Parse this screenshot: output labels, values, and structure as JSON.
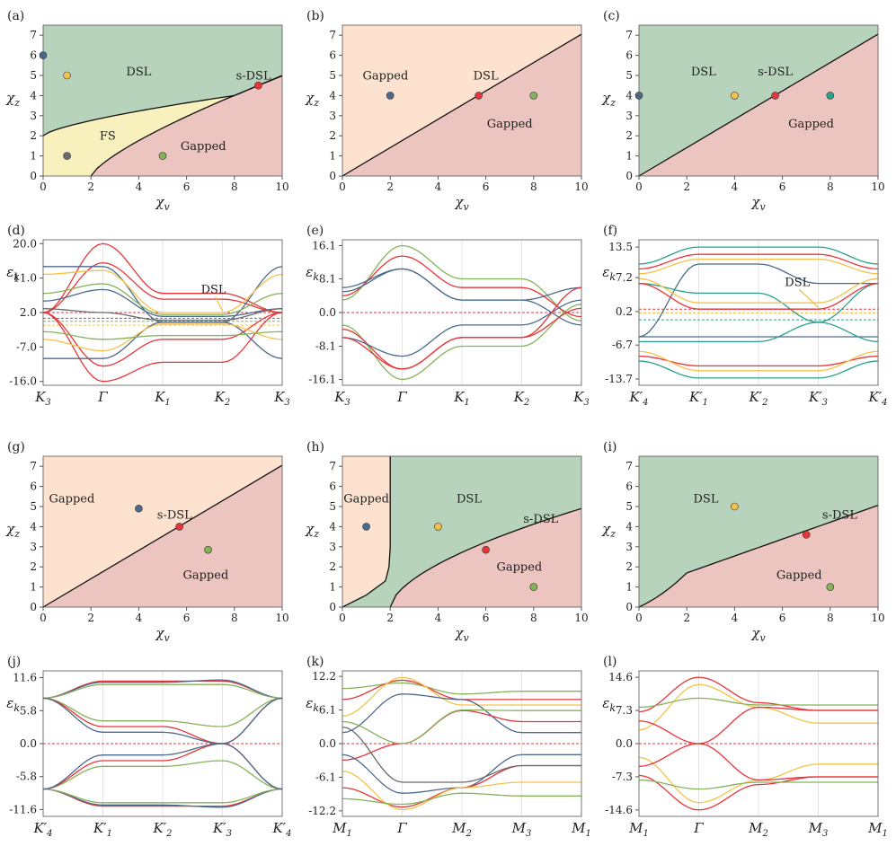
{
  "figure": {
    "phase_axis": {
      "xlabel": "χv",
      "ylabel": "χz",
      "xlim": [
        0,
        10
      ],
      "ylim": [
        0,
        7.5
      ],
      "xticks": [
        0,
        2,
        4,
        6,
        8,
        10
      ],
      "yticks": [
        0,
        1,
        2,
        3,
        4,
        5,
        6,
        7
      ]
    },
    "band_ylabel": "εk",
    "colors": {
      "green": "#b7d3bc",
      "pink": "#ecc4c0",
      "peach": "#fde3cf",
      "yellow": "#f9f1bd",
      "blue": "#4c6a8d",
      "red": "#e8353a",
      "olive": "#86b35a",
      "orange": "#f4c24a",
      "teal": "#2aa18a",
      "gray": "#6b6b6b"
    }
  },
  "chart_data": [
    {
      "label": "(a)",
      "type": "area",
      "xticks": [
        "0",
        "2",
        "4",
        "6",
        "8",
        "10"
      ],
      "xlim": [
        0,
        10
      ],
      "ylim": [
        0,
        7.5
      ],
      "regions": [
        {
          "name": "DSL",
          "x": 4,
          "y": 5
        },
        {
          "name": "FS",
          "x": 2.7,
          "y": 1.8
        },
        {
          "name": "Gapped",
          "x": 6.7,
          "y": 1.3
        },
        {
          "name": "s-DSL",
          "x": 8.8,
          "y": 4.8
        }
      ],
      "points": [
        {
          "x": 0,
          "y": 6,
          "color": "blue"
        },
        {
          "x": 1,
          "y": 5,
          "color": "orange"
        },
        {
          "x": 1,
          "y": 1,
          "color": "gray"
        },
        {
          "x": 5,
          "y": 1,
          "color": "olive"
        },
        {
          "x": 9,
          "y": 4.5,
          "color": "red"
        }
      ]
    },
    {
      "label": "(b)",
      "type": "area",
      "xticks": [
        "0",
        "2",
        "4",
        "6",
        "8",
        "10"
      ],
      "xlim": [
        0,
        10
      ],
      "ylim": [
        0,
        7.5
      ],
      "regions": [
        {
          "name": "Gapped",
          "x": 1.8,
          "y": 4.8
        },
        {
          "name": "DSL",
          "x": 6,
          "y": 4.8
        },
        {
          "name": "Gapped",
          "x": 7,
          "y": 2.4
        }
      ],
      "points": [
        {
          "x": 2,
          "y": 4,
          "color": "blue"
        },
        {
          "x": 5.7,
          "y": 4,
          "color": "red"
        },
        {
          "x": 8,
          "y": 4,
          "color": "olive"
        }
      ]
    },
    {
      "label": "(c)",
      "type": "area",
      "xticks": [
        "0",
        "2",
        "4",
        "6",
        "8",
        "10"
      ],
      "xlim": [
        0,
        10
      ],
      "ylim": [
        0,
        7.5
      ],
      "regions": [
        {
          "name": "DSL",
          "x": 2.7,
          "y": 5
        },
        {
          "name": "s-DSL",
          "x": 5.7,
          "y": 5
        },
        {
          "name": "Gapped",
          "x": 7.2,
          "y": 2.4
        }
      ],
      "points": [
        {
          "x": 0,
          "y": 4,
          "color": "blue"
        },
        {
          "x": 4,
          "y": 4,
          "color": "orange"
        },
        {
          "x": 5.7,
          "y": 4,
          "color": "red"
        },
        {
          "x": 8,
          "y": 4,
          "color": "teal"
        }
      ]
    },
    {
      "label": "(d)",
      "type": "line",
      "yticks": [
        "20.0",
        "11.0",
        "2.0",
        "-7.0",
        "-16.0"
      ],
      "ytickvals": [
        20,
        11,
        2,
        -7,
        -16
      ],
      "ylim": [
        -17,
        21
      ],
      "xticks": [
        "K3",
        "Γ",
        "K1",
        "K2",
        "K3"
      ],
      "annotation": {
        "text": "DSL",
        "x": 2.7,
        "y": 7
      },
      "fermi": [
        {
          "y": 2,
          "color": "red"
        },
        {
          "y": 0.5,
          "color": "gray"
        },
        {
          "y": -0.3,
          "color": "olive"
        },
        {
          "y": -1.3,
          "color": "orange"
        }
      ],
      "bands": [
        {
          "color": "red",
          "v": [
            2,
            20,
            7,
            7,
            2
          ]
        },
        {
          "color": "red",
          "v": [
            2,
            -16,
            -11,
            -11,
            2
          ]
        },
        {
          "color": "red",
          "v": [
            2,
            15,
            5.5,
            5.5,
            2
          ]
        },
        {
          "color": "red",
          "v": [
            2,
            -12,
            -5,
            -5,
            2
          ]
        },
        {
          "color": "blue",
          "v": [
            14,
            14,
            -0.5,
            -0.5,
            14
          ]
        },
        {
          "color": "blue",
          "v": [
            -10,
            -10,
            -0.5,
            -0.5,
            -10
          ]
        },
        {
          "color": "blue",
          "v": [
            5,
            8,
            1,
            1,
            3
          ]
        },
        {
          "color": "orange",
          "v": [
            12,
            13,
            2,
            2,
            12
          ]
        },
        {
          "color": "orange",
          "v": [
            -5,
            -8,
            -1,
            -1,
            -5
          ]
        },
        {
          "color": "olive",
          "v": [
            7,
            9.5,
            1.5,
            1.5,
            7
          ]
        },
        {
          "color": "olive",
          "v": [
            -3,
            -5,
            -4,
            -4,
            -3
          ]
        },
        {
          "color": "gray",
          "v": [
            3,
            2,
            0,
            0,
            3
          ]
        }
      ]
    },
    {
      "label": "(e)",
      "type": "line",
      "yticks": [
        "16.1",
        "8.1",
        "0.0",
        "-8.1",
        "-16.1"
      ],
      "ytickvals": [
        16.1,
        8.1,
        0,
        -8.1,
        -16.1
      ],
      "ylim": [
        -17.5,
        17.5
      ],
      "xticks": [
        "K3",
        "Γ",
        "K1",
        "K2",
        "K3"
      ],
      "annotation": null,
      "fermi": [
        {
          "y": 0,
          "color": "red"
        }
      ],
      "bands": [
        {
          "color": "olive",
          "v": [
            3,
            16.1,
            8.1,
            8.1,
            -2
          ]
        },
        {
          "color": "olive",
          "v": [
            -3,
            -16.1,
            -8.1,
            -8.1,
            2
          ]
        },
        {
          "color": "red",
          "v": [
            4,
            13.6,
            6,
            6,
            -1
          ]
        },
        {
          "color": "red",
          "v": [
            -4,
            -13.6,
            -6,
            -6,
            1
          ]
        },
        {
          "color": "blue",
          "v": [
            6,
            10.5,
            3,
            3,
            -3
          ]
        },
        {
          "color": "blue",
          "v": [
            -6,
            -10.5,
            -3,
            -3,
            3
          ]
        },
        {
          "color": "blue",
          "v": [
            5,
            10.5,
            3,
            3,
            6
          ]
        },
        {
          "color": "red",
          "v": [
            -6,
            -13.6,
            -6,
            -6,
            6
          ]
        }
      ]
    },
    {
      "label": "(f)",
      "type": "line",
      "yticks": [
        "13.5",
        "7.2",
        "0.2",
        "-6.7",
        "-13.7"
      ],
      "ytickvals": [
        13.5,
        7.2,
        0.2,
        -6.7,
        -13.7
      ],
      "ylim": [
        -15,
        15
      ],
      "xticks": [
        "K4′",
        "K1′",
        "K2′",
        "K3′",
        "K4′"
      ],
      "annotation": {
        "text": "DSL",
        "x": 2.5,
        "y": 5.5
      },
      "fermi": [
        {
          "y": 0.7,
          "color": "red"
        },
        {
          "y": -0.1,
          "color": "orange"
        },
        {
          "y": -1.5,
          "color": "teal"
        }
      ],
      "bands": [
        {
          "color": "teal",
          "v": [
            10,
            13.5,
            13.5,
            13.5,
            10
          ]
        },
        {
          "color": "teal",
          "v": [
            -10,
            -13.5,
            -13.5,
            -13.5,
            -10
          ]
        },
        {
          "color": "red",
          "v": [
            9,
            12,
            12,
            12,
            9
          ]
        },
        {
          "color": "red",
          "v": [
            -9,
            -11,
            -11,
            -11,
            -9
          ]
        },
        {
          "color": "orange",
          "v": [
            8,
            11,
            11,
            11,
            8
          ]
        },
        {
          "color": "orange",
          "v": [
            -8,
            -12,
            -12,
            -12,
            -8
          ]
        },
        {
          "color": "blue",
          "v": [
            -5,
            10,
            10,
            6,
            6
          ]
        },
        {
          "color": "blue",
          "v": [
            -5,
            -5,
            -5,
            -5,
            -5
          ]
        },
        {
          "color": "teal",
          "v": [
            6,
            4,
            4,
            -2,
            6
          ]
        },
        {
          "color": "teal",
          "v": [
            -6,
            -6,
            -6,
            -2,
            -6
          ]
        },
        {
          "color": "red",
          "v": [
            6,
            0.7,
            0.7,
            0.7,
            6
          ]
        },
        {
          "color": "orange",
          "v": [
            7,
            2,
            2,
            2,
            7
          ]
        }
      ]
    },
    {
      "label": "(g)",
      "type": "area",
      "xticks": [
        "0",
        "2",
        "4",
        "6",
        "8",
        "10"
      ],
      "xlim": [
        0,
        10
      ],
      "ylim": [
        0,
        7.5
      ],
      "regions": [
        {
          "name": "Gapped",
          "x": 1.2,
          "y": 5.2
        },
        {
          "name": "s-DSL",
          "x": 5.5,
          "y": 4.4
        },
        {
          "name": "Gapped",
          "x": 6.8,
          "y": 1.4
        }
      ],
      "points": [
        {
          "x": 4,
          "y": 4.9,
          "color": "blue"
        },
        {
          "x": 5.7,
          "y": 4,
          "color": "red"
        },
        {
          "x": 6.9,
          "y": 2.85,
          "color": "olive"
        }
      ]
    },
    {
      "label": "(h)",
      "type": "area",
      "xticks": [
        "0",
        "2",
        "4",
        "6",
        "8",
        "10"
      ],
      "xlim": [
        0,
        10
      ],
      "ylim": [
        0,
        7.5
      ],
      "regions": [
        {
          "name": "Gapped",
          "x": 1,
          "y": 5.2
        },
        {
          "name": "DSL",
          "x": 5.3,
          "y": 5.2
        },
        {
          "name": "s-DSL",
          "x": 8.3,
          "y": 4.2
        },
        {
          "name": "Gapped",
          "x": 7.4,
          "y": 1.8
        }
      ],
      "points": [
        {
          "x": 1,
          "y": 4,
          "color": "blue"
        },
        {
          "x": 4,
          "y": 4,
          "color": "orange"
        },
        {
          "x": 6,
          "y": 2.85,
          "color": "red"
        },
        {
          "x": 8,
          "y": 1,
          "color": "olive"
        }
      ]
    },
    {
      "label": "(i)",
      "type": "area",
      "xticks": [
        "0",
        "2",
        "4",
        "6",
        "8",
        "10"
      ],
      "xlim": [
        0,
        10
      ],
      "ylim": [
        0,
        7.5
      ],
      "regions": [
        {
          "name": "DSL",
          "x": 2.8,
          "y": 5.2
        },
        {
          "name": "s-DSL",
          "x": 8.4,
          "y": 4.4
        },
        {
          "name": "Gapped",
          "x": 6.7,
          "y": 1.4
        }
      ],
      "points": [
        {
          "x": 4,
          "y": 5,
          "color": "orange"
        },
        {
          "x": 7,
          "y": 3.6,
          "color": "red"
        },
        {
          "x": 8,
          "y": 1,
          "color": "olive"
        }
      ]
    },
    {
      "label": "(j)",
      "type": "line",
      "yticks": [
        "11.6",
        "5.8",
        "0.0",
        "-5.8",
        "-11.6"
      ],
      "ytickvals": [
        11.6,
        5.8,
        0,
        -5.8,
        -11.6
      ],
      "ylim": [
        -12.8,
        12.8
      ],
      "xticks": [
        "K4′",
        "K1′",
        "K2′",
        "K3′",
        "K4′"
      ],
      "annotation": null,
      "fermi": [
        {
          "y": 0,
          "color": "red"
        }
      ],
      "bands": [
        {
          "color": "red",
          "v": [
            8,
            11,
            11,
            11,
            8
          ]
        },
        {
          "color": "blue",
          "v": [
            8,
            10.8,
            10.8,
            11.2,
            8
          ]
        },
        {
          "color": "olive",
          "v": [
            8,
            10.4,
            10.4,
            10.4,
            8
          ]
        },
        {
          "color": "olive",
          "v": [
            8,
            4,
            4,
            3,
            8
          ]
        },
        {
          "color": "red",
          "v": [
            8,
            3,
            3,
            0,
            8
          ]
        },
        {
          "color": "blue",
          "v": [
            8,
            2,
            2,
            0,
            8
          ]
        },
        {
          "color": "red",
          "v": [
            -8,
            -11,
            -11,
            -11,
            -8
          ]
        },
        {
          "color": "blue",
          "v": [
            -8,
            -10.8,
            -10.8,
            -11.2,
            -8
          ]
        },
        {
          "color": "olive",
          "v": [
            -8,
            -10.4,
            -10.4,
            -10.4,
            -8
          ]
        },
        {
          "color": "olive",
          "v": [
            -8,
            -4,
            -4,
            -3,
            -8
          ]
        },
        {
          "color": "red",
          "v": [
            -8,
            -3,
            -3,
            0,
            -8
          ]
        },
        {
          "color": "blue",
          "v": [
            -8,
            -2,
            -2,
            0,
            -8
          ]
        }
      ]
    },
    {
      "label": "(k)",
      "type": "line",
      "yticks": [
        "12.2",
        "6.1",
        "0.0",
        "-6.1",
        "-12.2"
      ],
      "ytickvals": [
        12.2,
        6.1,
        0,
        -6.1,
        -12.2
      ],
      "ylim": [
        -13.2,
        13.2
      ],
      "xticks": [
        "M1",
        "Γ",
        "M2",
        "M3",
        "M1"
      ],
      "annotation": null,
      "fermi": [
        {
          "y": 0,
          "color": "red"
        }
      ],
      "bands": [
        {
          "color": "olive",
          "v": [
            10,
            11,
            9,
            9.5,
            9.5
          ]
        },
        {
          "color": "red",
          "v": [
            8,
            11.5,
            8,
            8,
            8
          ]
        },
        {
          "color": "orange",
          "v": [
            5,
            12,
            7,
            7,
            7
          ]
        },
        {
          "color": "blue",
          "v": [
            2,
            9,
            8,
            2,
            2
          ]
        },
        {
          "color": "red",
          "v": [
            -3,
            0,
            6,
            4,
            4
          ]
        },
        {
          "color": "olive",
          "v": [
            4,
            0,
            6.1,
            6,
            6
          ]
        },
        {
          "color": "blue",
          "v": [
            -2,
            -9,
            -8,
            -2,
            -2
          ]
        },
        {
          "color": "red",
          "v": [
            -8,
            -11.5,
            -8,
            -4,
            -4
          ]
        },
        {
          "color": "orange",
          "v": [
            -5,
            -12,
            -8,
            -7,
            -7
          ]
        },
        {
          "color": "olive",
          "v": [
            -10,
            -11,
            -9,
            -9.5,
            -9.5
          ]
        },
        {
          "color": "gray",
          "v": [
            3,
            -7,
            -7,
            -4,
            -4
          ]
        }
      ]
    },
    {
      "label": "(l)",
      "type": "line",
      "yticks": [
        "14.6",
        "7.3",
        "0.0",
        "-7.3",
        "-14.6"
      ],
      "ytickvals": [
        14.6,
        7.3,
        0,
        -7.3,
        -14.6
      ],
      "ylim": [
        -16,
        16
      ],
      "xticks": [
        "M1",
        "Γ",
        "M2",
        "M3",
        "M1"
      ],
      "annotation": null,
      "fermi": [
        {
          "y": 0,
          "color": "red"
        }
      ],
      "bands": [
        {
          "color": "red",
          "v": [
            7,
            14.6,
            9,
            7.3,
            7.3
          ]
        },
        {
          "color": "red",
          "v": [
            -7,
            -14.6,
            -9,
            -7.3,
            -7.3
          ]
        },
        {
          "color": "orange",
          "v": [
            3,
            13,
            8,
            4.5,
            4.5
          ]
        },
        {
          "color": "orange",
          "v": [
            -3,
            -13,
            -8,
            -4.5,
            -4.5
          ]
        },
        {
          "color": "olive",
          "v": [
            8,
            10,
            8.5,
            8.5,
            8.5
          ]
        },
        {
          "color": "olive",
          "v": [
            -8,
            -10,
            -8.5,
            -8.5,
            -8.5
          ]
        },
        {
          "color": "red",
          "v": [
            5,
            0,
            8,
            7.3,
            7.3
          ]
        },
        {
          "color": "red",
          "v": [
            -5,
            0,
            -8,
            -7.3,
            -7.3
          ]
        }
      ]
    }
  ]
}
